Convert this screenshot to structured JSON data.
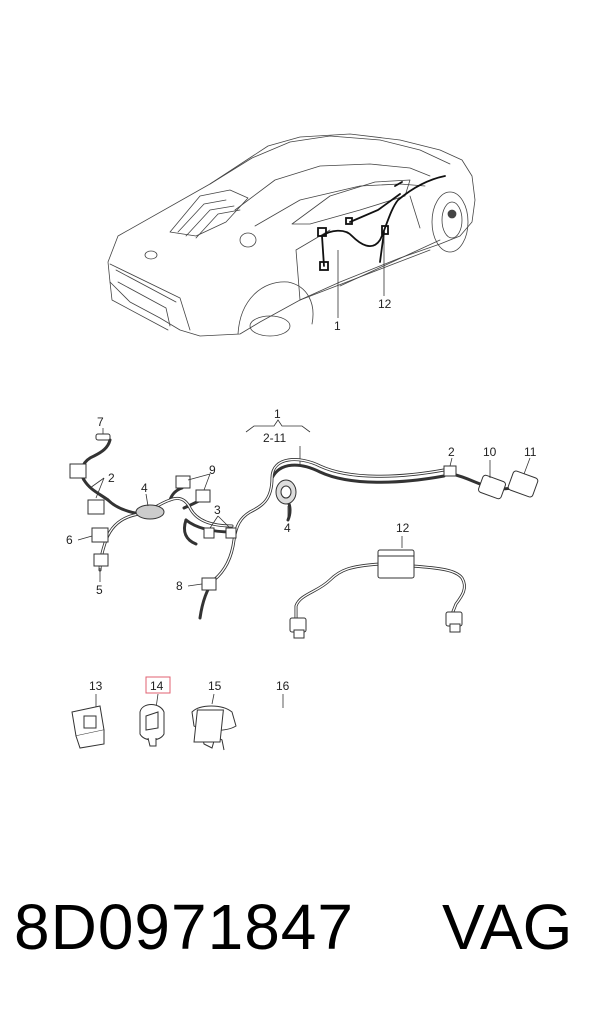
{
  "callouts": {
    "car_harness": "1",
    "car_extra": "12",
    "main": "1",
    "range": "2-11",
    "c2_left": "2",
    "c2_right": "2",
    "c3": "3",
    "c4_left": "4",
    "c4_right": "4",
    "c5": "5",
    "c6": "6",
    "c7": "7",
    "c8": "8",
    "c9": "9",
    "c10": "10",
    "c11": "11",
    "c12": "12",
    "c13": "13",
    "c14": "14",
    "c15": "15",
    "c16": "16"
  },
  "highlight_color": "#e06070",
  "footer": {
    "part_number": "8D0971847",
    "brand": "VAG"
  }
}
